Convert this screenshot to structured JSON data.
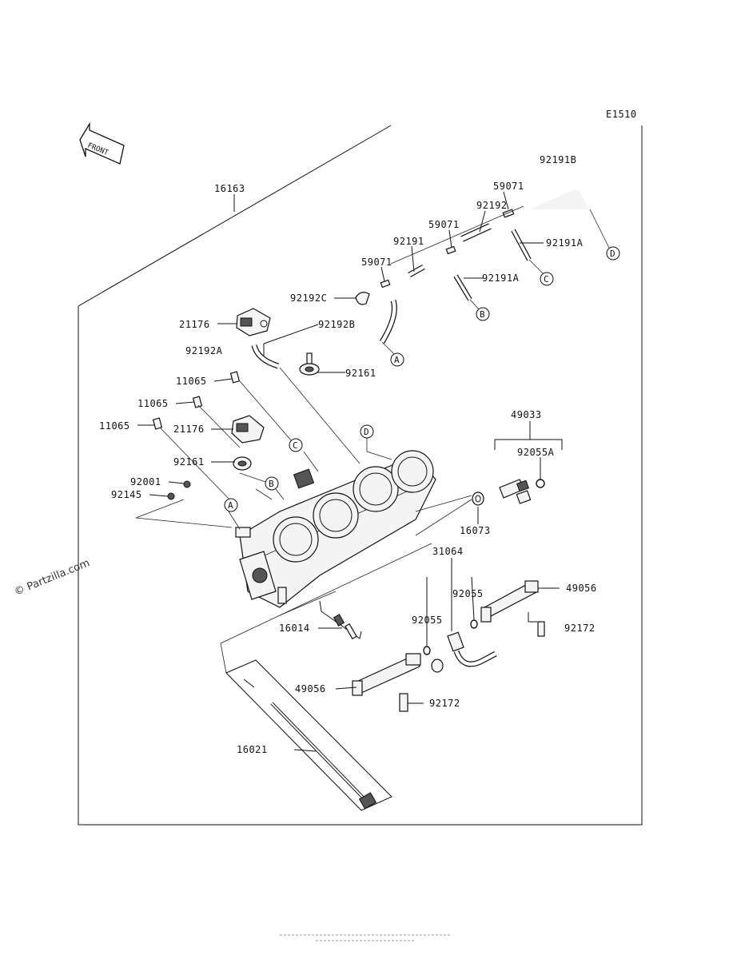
{
  "diagram": {
    "code": "E1510",
    "front_label": "FRONT",
    "watermark": "© Partzilla.com",
    "parts": {
      "p16163": "16163",
      "p92191B": "92191B",
      "p59071a": "59071",
      "p92192": "92192",
      "p59071b": "59071",
      "p92191Aa": "92191A",
      "p92191": "92191",
      "p59071c": "59071",
      "p92191Ab": "92191A",
      "p92192C": "92192C",
      "p21176a": "21176",
      "p92192B": "92192B",
      "p92192A": "92192A",
      "p92161a": "92161",
      "p11065a": "11065",
      "p11065b": "11065",
      "p11065c": "11065",
      "p21176b": "21176",
      "p92161b": "92161",
      "p92001": "92001",
      "p92145": "92145",
      "p49033": "49033",
      "p92055A": "92055A",
      "p16073": "16073",
      "p31064": "31064",
      "p92055a": "92055",
      "p92055b": "92055",
      "p49056a": "49056",
      "p92172a": "92172",
      "p16014": "16014",
      "p49056b": "49056",
      "p92172b": "92172",
      "p16021": "16021"
    },
    "callouts": {
      "A1": "A",
      "A2": "A",
      "B1": "B",
      "B2": "B",
      "C1": "C",
      "C2": "C",
      "D1": "D",
      "D2": "D"
    }
  }
}
